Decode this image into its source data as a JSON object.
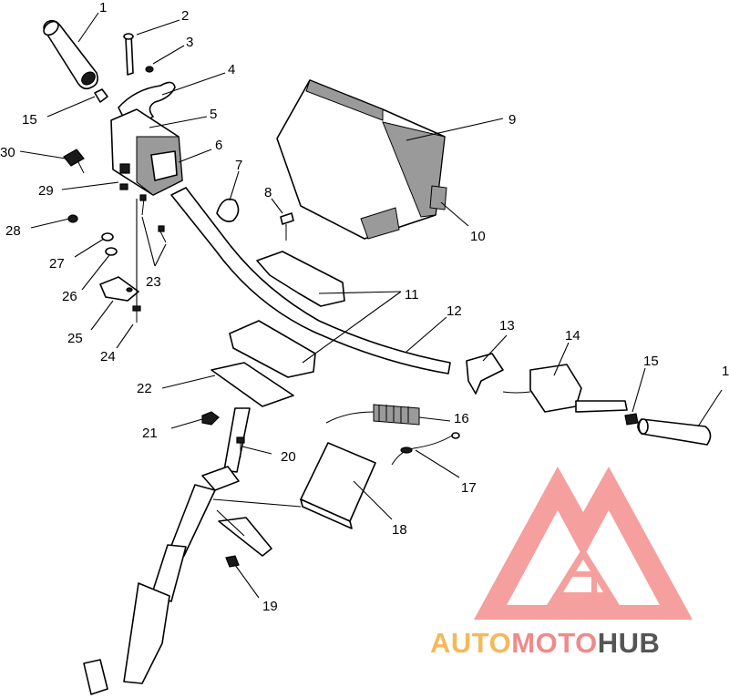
{
  "callouts": [
    {
      "id": "c1a",
      "text": "1"
    },
    {
      "id": "c2",
      "text": "2"
    },
    {
      "id": "c3",
      "text": "3"
    },
    {
      "id": "c4",
      "text": "4"
    },
    {
      "id": "c5",
      "text": "5"
    },
    {
      "id": "c6",
      "text": "6"
    },
    {
      "id": "c7",
      "text": "7"
    },
    {
      "id": "c8",
      "text": "8"
    },
    {
      "id": "c9",
      "text": "9"
    },
    {
      "id": "c10",
      "text": "10"
    },
    {
      "id": "c11",
      "text": "11"
    },
    {
      "id": "c12",
      "text": "12"
    },
    {
      "id": "c13",
      "text": "13"
    },
    {
      "id": "c14",
      "text": "14"
    },
    {
      "id": "c15a",
      "text": "15"
    },
    {
      "id": "c15b",
      "text": "15"
    },
    {
      "id": "c1b",
      "text": "1"
    },
    {
      "id": "c16",
      "text": "16"
    },
    {
      "id": "c17",
      "text": "17"
    },
    {
      "id": "c18",
      "text": "18"
    },
    {
      "id": "c19",
      "text": "19"
    },
    {
      "id": "c20",
      "text": "20"
    },
    {
      "id": "c21",
      "text": "21"
    },
    {
      "id": "c22",
      "text": "22"
    },
    {
      "id": "c23",
      "text": "23"
    },
    {
      "id": "c24",
      "text": "24"
    },
    {
      "id": "c25",
      "text": "25"
    },
    {
      "id": "c26",
      "text": "26"
    },
    {
      "id": "c27",
      "text": "27"
    },
    {
      "id": "c28",
      "text": "28"
    },
    {
      "id": "c29",
      "text": "29"
    },
    {
      "id": "c30",
      "text": "30"
    }
  ],
  "watermark": {
    "part1": "AUTO",
    "part2": "MOTO",
    "part3": "HUB",
    "color_auto": "#f5b85a",
    "color_moto": "#f08a8a",
    "color_hub": "#555555",
    "logo_color": "#f27f7f"
  }
}
